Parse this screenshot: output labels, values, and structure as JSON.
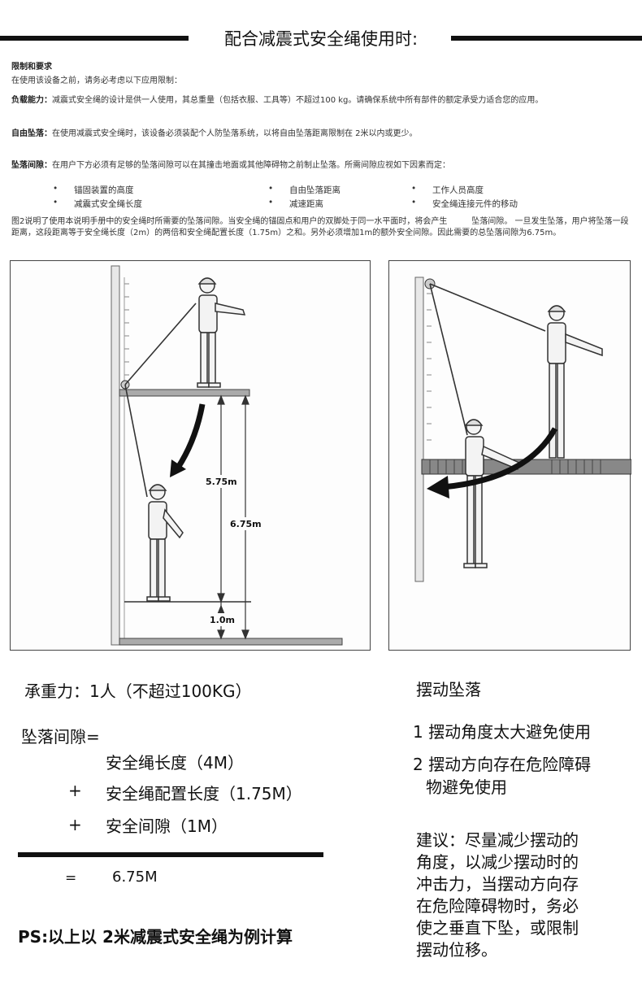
{
  "title": "配合减震式安全绳使用时:",
  "limits": {
    "heading": "限制和要求",
    "intro": "在使用该设备之前，请务必考虑以下应用限制：",
    "load_label": "负载能力：",
    "load_text": "减震式安全绳的设计是供一人使用，其总重量（包括衣服、工具等）不超过100 kg。请确保系统中所有部件的额定承受力适合您的应用。",
    "freefall_label": "自由坠落：",
    "freefall_text": "在使用减震式安全绳时，该设备必须装配个人防坠落系统，以将自由坠落距离限制在 2米以内或更少。",
    "clearance_label": "坠落间隙：",
    "clearance_text": "在用户下方必须有足够的坠落间隙可以在其撞击地面或其他障碍物之前制止坠落。所需间隙应视如下因素而定：",
    "factors": [
      "锚固装置的高度",
      "减震式安全绳长度",
      "自由坠落距离",
      "减速距离",
      "工作人员高度",
      "安全绳连接元件的移动"
    ],
    "figure_note": "图2说明了使用本说明手册中的安全绳时所需要的坠落间隙。当安全绳的锚固点和用户的双脚处于同一水平面时，将会产生　　　坠落间隙。 一旦发生坠落，用户将坠落一段距离，这段距离等于安全绳长度（2m）的两倍和安全绳配置长度（1.75m）之和。另外必须增加1m的额外安全间隙。因此需要的总坠落间隙为6.75m。"
  },
  "figure_left": {
    "labels": [
      "5.75m",
      "6.75m",
      "1.0m"
    ]
  },
  "left_column": {
    "load": "承重力：1人（不超过100KG）",
    "formula_label": "坠落间隙=",
    "term1": "安全绳长度（4M）",
    "term2_op": "+",
    "term2": "安全绳配置长度（1.75M）",
    "term3_op": "+",
    "term3": "安全间隙（1M）",
    "result_op": "=",
    "result": "6.75M",
    "ps": "PS:以上以 2米减震式安全绳为例计算"
  },
  "right_column": {
    "heading": "摆动坠落",
    "item1": "1 摆动角度太大避免使用",
    "item2_line1": "2 摆动方向存在危险障碍",
    "item2_line2": "物避免使用",
    "advice": [
      "建议：尽量减少摆动的",
      "角度，以减少摆动时的",
      "冲击力，当摆动方向存",
      "在危险障碍物时，务必",
      "使之垂直下坠，或限制",
      "摆动位移。"
    ]
  }
}
